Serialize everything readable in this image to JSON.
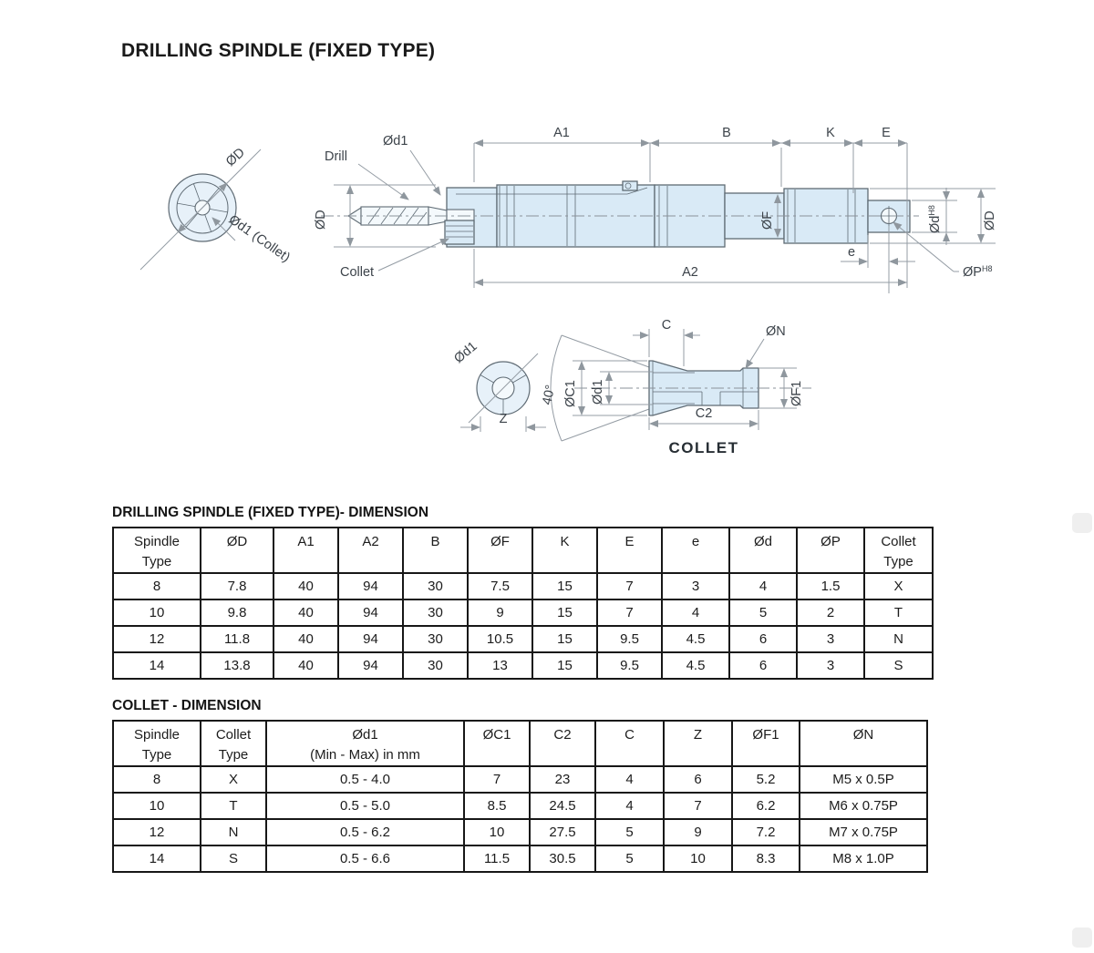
{
  "title": "DRILLING SPINDLE (FIXED TYPE)",
  "colors": {
    "part_fill": "#d9eaf6",
    "part_line": "#5f6b74",
    "dimension_line": "#949ca4",
    "table_border": "#171717"
  },
  "spindle_drawing": {
    "labels": {
      "od_end": "ØD",
      "od1_collet": "Ød1 (Collet)",
      "drill": "Drill",
      "od1_top": "Ød1",
      "od_left": "ØD",
      "collet": "Collet",
      "a1": "A1",
      "b": "B",
      "k": "K",
      "e_upper": "E",
      "a2": "A2",
      "e_lower": "e",
      "of": "ØF",
      "od_small": "Ød",
      "od_right": "ØD",
      "op": "ØP",
      "h8": "H8"
    }
  },
  "collet_drawing": {
    "labels": {
      "od1_end": "Ød1",
      "z": "Z",
      "angle": "40°",
      "c": "C",
      "on": "ØN",
      "oc1": "ØC1",
      "od1_bore": "Ød1",
      "of1": "ØF1",
      "c2": "C2",
      "caption": "COLLET"
    }
  },
  "spindle_table": {
    "title": "DRILLING SPINDLE (FIXED TYPE)- DIMENSION",
    "headers": [
      "Spindle\nType",
      "ØD",
      "A1",
      "A2",
      "B",
      "ØF",
      "K",
      "E",
      "e",
      "Ød",
      "ØP",
      "Collet\nType"
    ],
    "rows": [
      [
        "8",
        "7.8",
        "40",
        "94",
        "30",
        "7.5",
        "15",
        "7",
        "3",
        "4",
        "1.5",
        "X"
      ],
      [
        "10",
        "9.8",
        "40",
        "94",
        "30",
        "9",
        "15",
        "7",
        "4",
        "5",
        "2",
        "T"
      ],
      [
        "12",
        "11.8",
        "40",
        "94",
        "30",
        "10.5",
        "15",
        "9.5",
        "4.5",
        "6",
        "3",
        "N"
      ],
      [
        "14",
        "13.8",
        "40",
        "94",
        "30",
        "13",
        "15",
        "9.5",
        "4.5",
        "6",
        "3",
        "S"
      ]
    ]
  },
  "collet_table": {
    "title": "COLLET - DIMENSION",
    "headers": [
      "Spindle\nType",
      "Collet\nType",
      "Ød1\n(Min - Max) in mm",
      "ØC1",
      "C2",
      "C",
      "Z",
      "ØF1",
      "ØN"
    ],
    "rows": [
      [
        "8",
        "X",
        "0.5 - 4.0",
        "7",
        "23",
        "4",
        "6",
        "5.2",
        "M5 x 0.5P"
      ],
      [
        "10",
        "T",
        "0.5 - 5.0",
        "8.5",
        "24.5",
        "4",
        "7",
        "6.2",
        "M6 x 0.75P"
      ],
      [
        "12",
        "N",
        "0.5 - 6.2",
        "10",
        "27.5",
        "5",
        "9",
        "7.2",
        "M7 x 0.75P"
      ],
      [
        "14",
        "S",
        "0.5 - 6.6",
        "11.5",
        "30.5",
        "5",
        "10",
        "8.3",
        "M8 x 1.0P"
      ]
    ]
  }
}
